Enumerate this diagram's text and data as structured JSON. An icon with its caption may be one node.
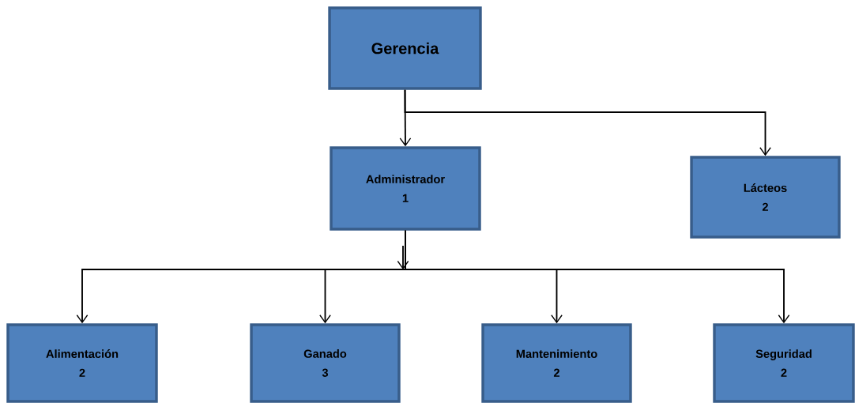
{
  "diagram": {
    "nodes": [
      {
        "text": [
          "Gerencia"
        ]
      },
      {
        "text": [
          "Administrador",
          "1"
        ]
      },
      {
        "text": [
          "Lácteos",
          "2"
        ]
      },
      {
        "text": [
          "Alimentación",
          "2"
        ]
      },
      {
        "text": [
          "Ganado",
          "3"
        ]
      },
      {
        "text": [
          "Mantenimiento",
          "2"
        ]
      },
      {
        "text": [
          "Seguridad",
          "2"
        ]
      }
    ],
    "edges": [
      {
        "from": 0,
        "to": 1,
        "arrow": "to"
      },
      {
        "from": 0,
        "to": 2,
        "arrow": "to"
      },
      {
        "from": 1,
        "to": 3,
        "arrow": "to"
      },
      {
        "from": 1,
        "to": 4,
        "arrow": "to"
      },
      {
        "from": 1,
        "to": 5,
        "arrow": "to"
      },
      {
        "from": 1,
        "to": 6,
        "arrow": "to"
      }
    ]
  }
}
